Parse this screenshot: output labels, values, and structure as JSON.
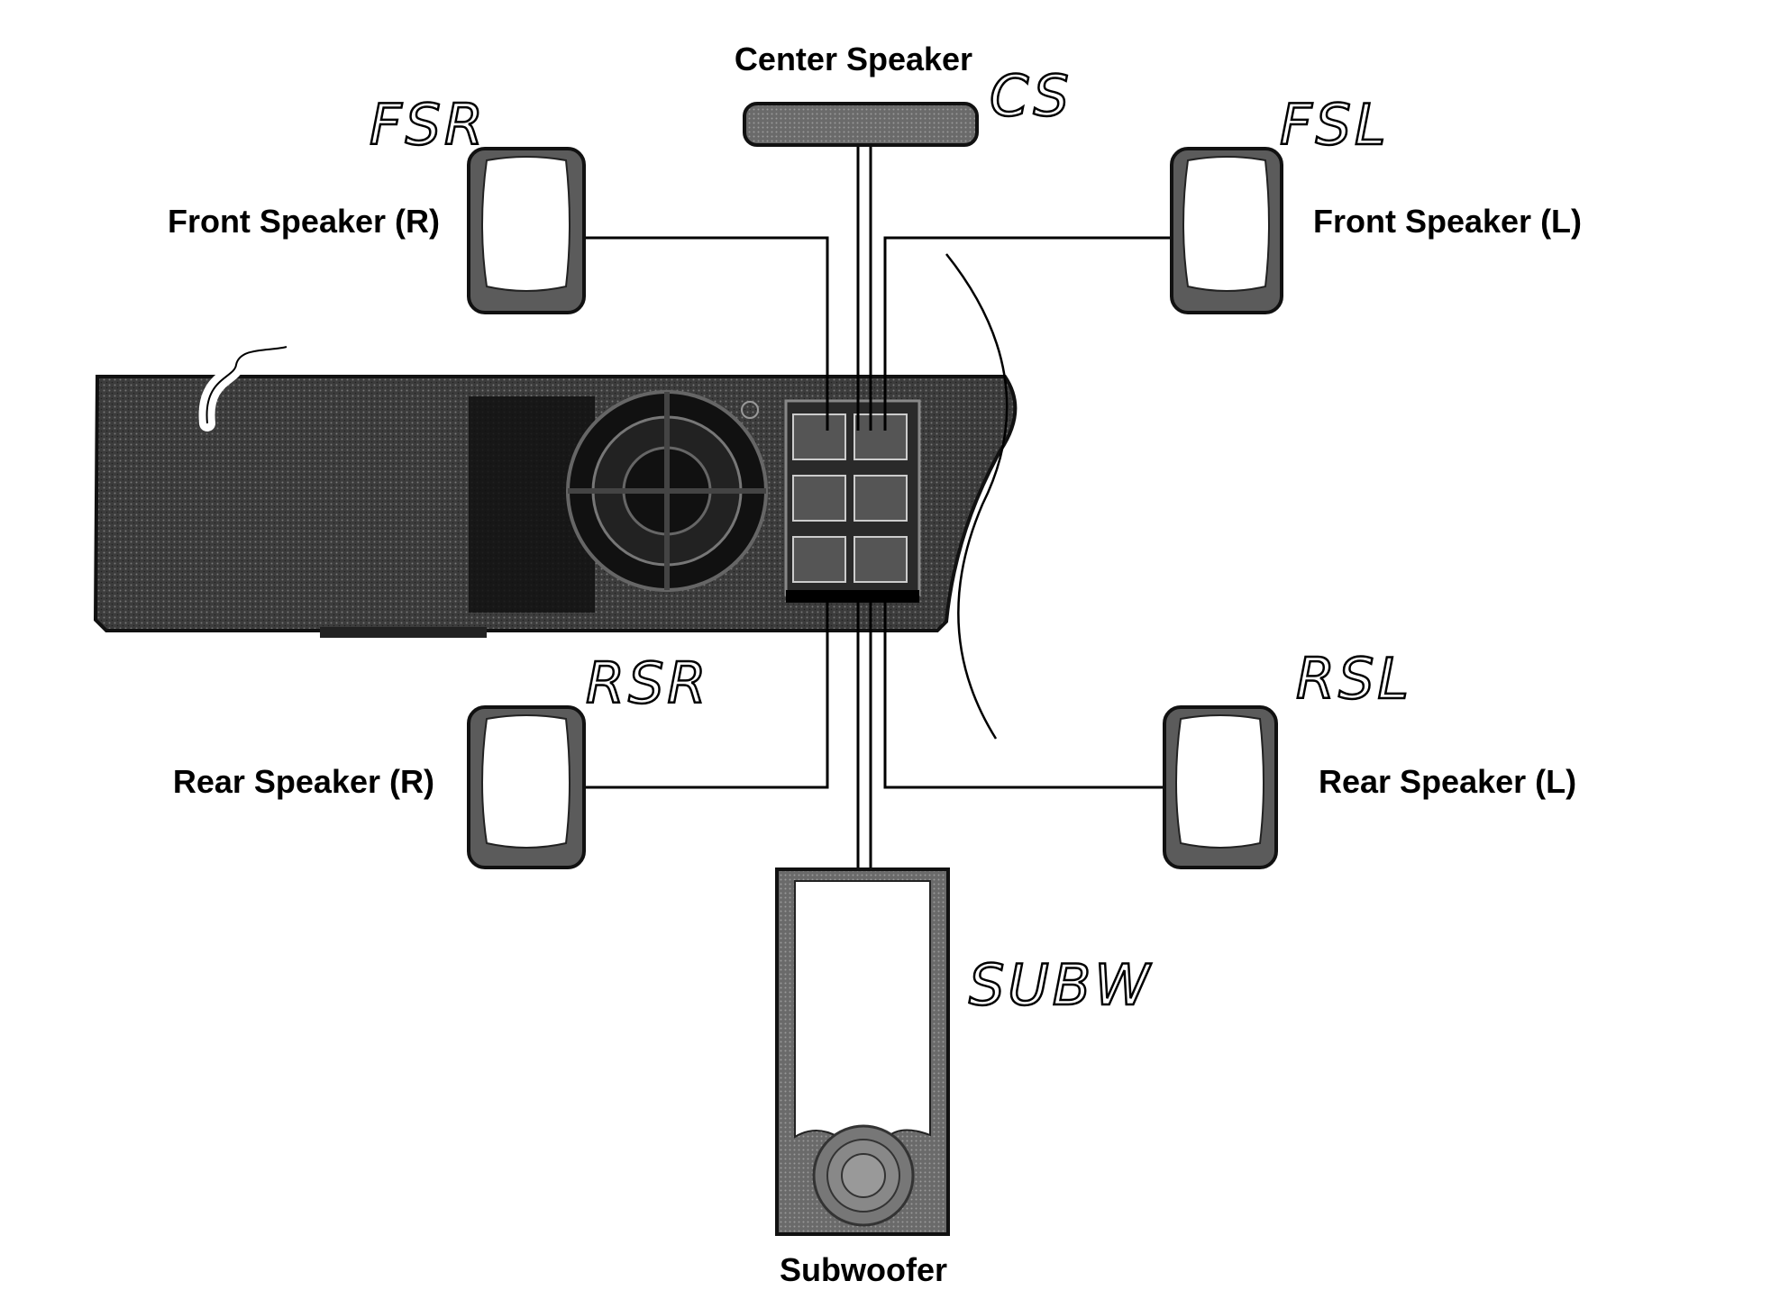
{
  "labels": {
    "center": "Center Speaker",
    "front_r": "Front Speaker (R)",
    "front_l": "Front Speaker (L)",
    "rear_r": "Rear Speaker (R)",
    "rear_l": "Rear Speaker (L)",
    "subwoofer": "Subwoofer"
  },
  "annotations": {
    "cs": "CS",
    "fsr": "FSR",
    "fsl": "FSL",
    "rsr": "RSR",
    "rsl": "RSL",
    "subw": "SUBW"
  },
  "colors": {
    "receiver": "#3a3a3a",
    "speaker": "#5b5b5b",
    "wire": "#000000"
  }
}
